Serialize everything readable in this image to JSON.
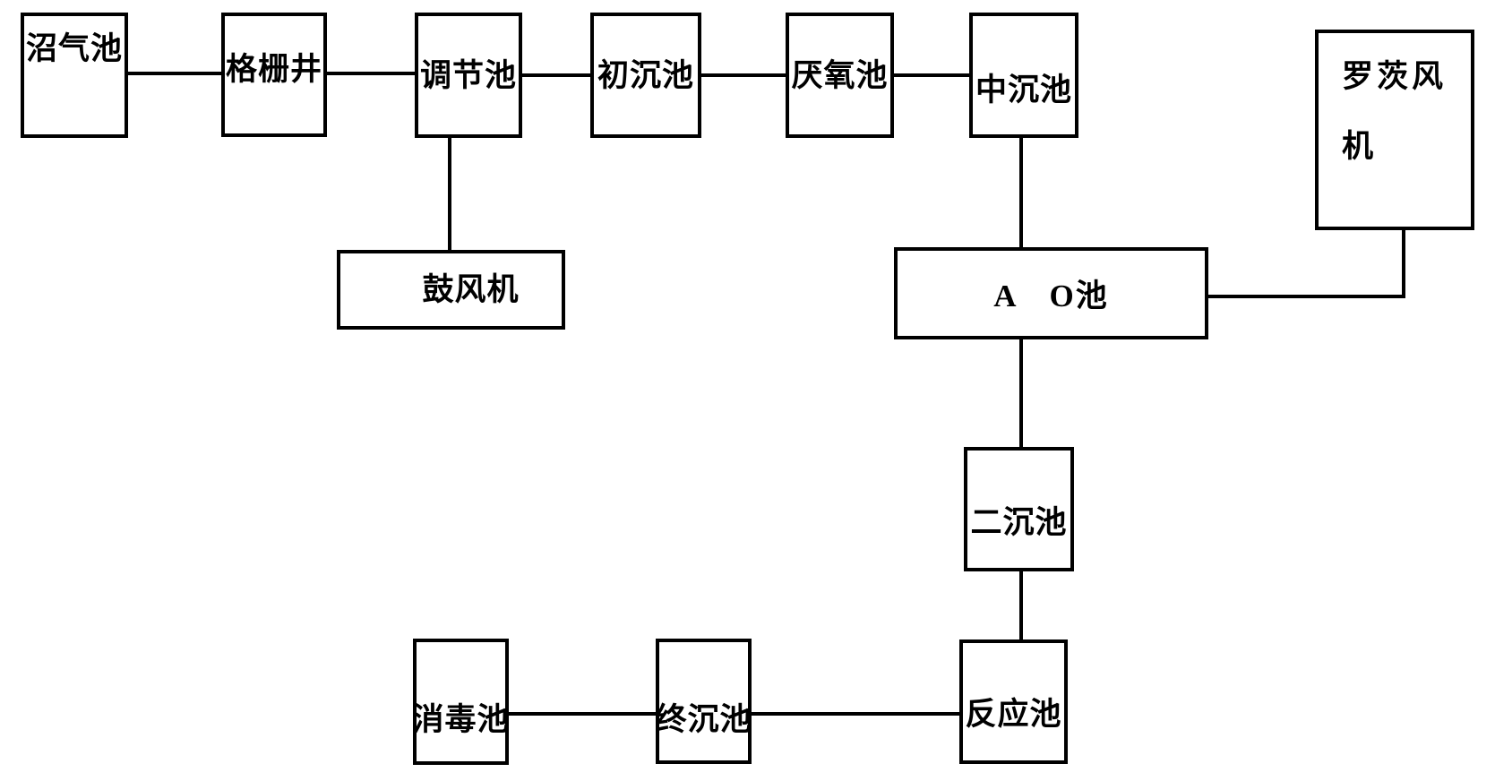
{
  "diagram": {
    "type": "process-flow",
    "colors": {
      "line": "#000000",
      "background": "#ffffff",
      "text": "#000000"
    },
    "nodes": [
      {
        "id": "biogas-pool",
        "label": "沼气池"
      },
      {
        "id": "screen-well",
        "label": "格栅井"
      },
      {
        "id": "regulating-pool",
        "label": "调节池"
      },
      {
        "id": "primary-sedimentation-pool",
        "label": "初沉池"
      },
      {
        "id": "anaerobic-pool",
        "label": "厌氧池"
      },
      {
        "id": "middle-sedimentation-pool",
        "label": "中沉池"
      },
      {
        "id": "roots-blower",
        "label": "罗茨风机"
      },
      {
        "id": "blower",
        "label": "鼓风机"
      },
      {
        "id": "ao-pool",
        "label": "A　O池"
      },
      {
        "id": "secondary-sedimentation-pool",
        "label": "二沉池"
      },
      {
        "id": "reaction-pool",
        "label": "反应池"
      },
      {
        "id": "final-sedimentation-pool",
        "label": "终沉池"
      },
      {
        "id": "disinfection-pool",
        "label": "消毒池"
      }
    ],
    "edges": [
      {
        "from": "沼气池",
        "to": "格栅井"
      },
      {
        "from": "格栅井",
        "to": "调节池"
      },
      {
        "from": "调节池",
        "to": "初沉池"
      },
      {
        "from": "初沉池",
        "to": "厌氧池"
      },
      {
        "from": "厌氧池",
        "to": "中沉池"
      },
      {
        "from": "调节池",
        "to": "鼓风机"
      },
      {
        "from": "中沉池",
        "to": "A　O池"
      },
      {
        "from": "罗茨风机",
        "to": "A　O池"
      },
      {
        "from": "A　O池",
        "to": "二沉池"
      },
      {
        "from": "二沉池",
        "to": "反应池"
      },
      {
        "from": "反应池",
        "to": "终沉池"
      },
      {
        "from": "终沉池",
        "to": "消毒池"
      }
    ]
  }
}
